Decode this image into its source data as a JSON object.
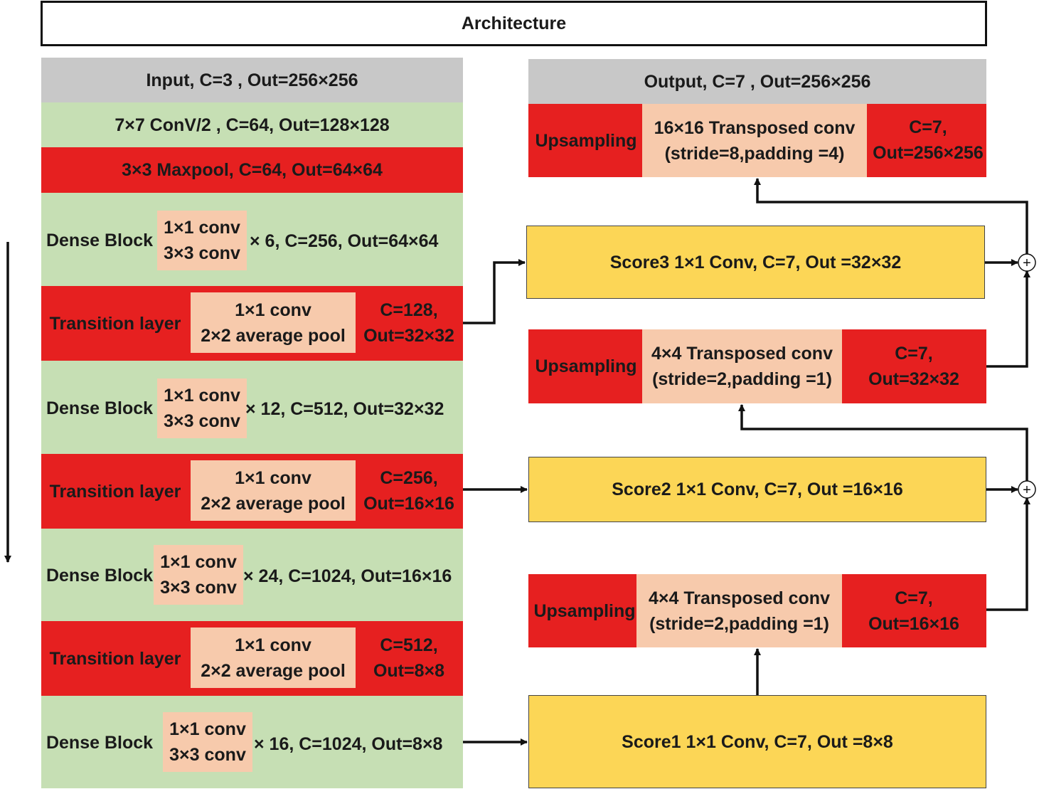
{
  "title": "Architecture",
  "encoder": {
    "input": "Input, C=3 , Out=256×256",
    "conv": "7×7 ConV/2 , C=64, Out=128×128",
    "maxpool": "3×3 Maxpool, C=64, Out=64×64",
    "dense_label": "Dense Block",
    "transition_label": "Transition layer",
    "conv1": "1×1 conv",
    "conv3": "3×3 conv",
    "avgpool": "2×2 average pool",
    "dense1_spec": "× 6, C=256, Out=64×64",
    "trans1_c": "C=128,",
    "trans1_out": "Out=32×32",
    "dense2_spec": "× 12, C=512, Out=32×32",
    "trans2_c": "C=256,",
    "trans2_out": "Out=16×16",
    "dense3_spec": "× 24, C=1024, Out=16×16",
    "trans3_c": "C=512,",
    "trans3_out": "Out=8×8",
    "dense4_spec": "× 16, C=1024, Out=8×8"
  },
  "decoder": {
    "output": "Output, C=7 , Out=256×256",
    "upsampling_label": "Upsampling",
    "up_top_op": "16×16 Transposed conv",
    "up_top_params": "(stride=8,padding =4)",
    "up_top_c": "C=7,",
    "up_top_out": "Out=256×256",
    "up_mid_op": "4×4 Transposed conv",
    "up_mid_params": "(stride=2,padding =1)",
    "up_mid_c": "C=7,",
    "up_mid_out": "Out=32×32",
    "up_low_op": "4×4 Transposed conv",
    "up_low_params": "(stride=2,padding =1)",
    "up_low_c": "C=7,",
    "up_low_out": "Out=16×16",
    "score3": "Score3    1×1 Conv, C=7, Out =32×32",
    "score2": "Score2    1×1 Conv, C=7, Out =16×16",
    "score1": "Score1    1×1 Conv, C=7, Out =8×8",
    "plus_symbol": "+"
  },
  "colors": {
    "grey": "#c8c8c8",
    "green": "#c6dfb4",
    "red": "#e62020",
    "peach": "#f7caac",
    "yellow": "#fcd656"
  }
}
